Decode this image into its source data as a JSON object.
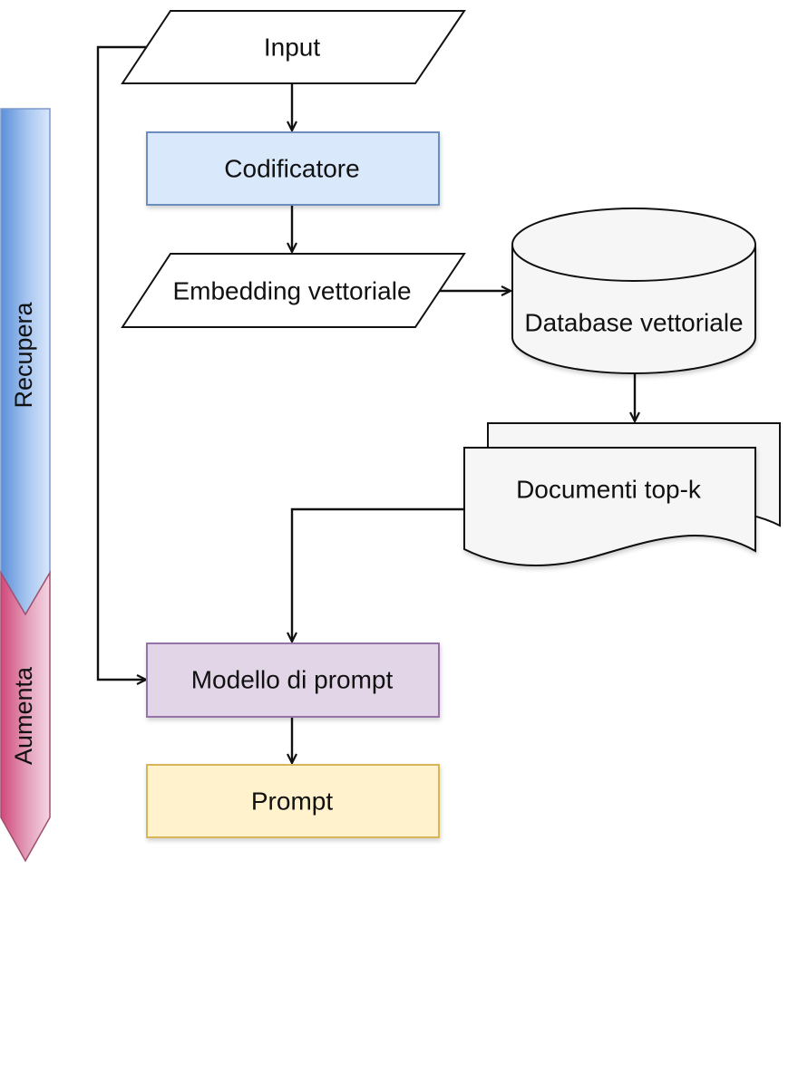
{
  "phases": {
    "retrieve": {
      "label": "Recupera",
      "fill": "#c5d9f5",
      "stroke": "#7b99c9"
    },
    "augment": {
      "label": "Aumenta",
      "fill": "#d97d9e",
      "stroke": "#a0506f"
    }
  },
  "nodes": {
    "input": {
      "label": "Input",
      "shape": "parallelogram"
    },
    "encoder": {
      "label": "Codificatore",
      "shape": "rectangle",
      "fill": "#dae8fc",
      "stroke": "#6c8ebf"
    },
    "embedding": {
      "label": "Embedding vettoriale",
      "shape": "parallelogram"
    },
    "vector_db": {
      "label": "Database vettoriale",
      "shape": "cylinder"
    },
    "top_k_docs": {
      "label": "Documenti top-k",
      "shape": "multi-document"
    },
    "prompt_template": {
      "label": "Modello di prompt",
      "shape": "rectangle",
      "fill": "#e1d5e7",
      "stroke": "#9673a6"
    },
    "prompt": {
      "label": "Prompt",
      "shape": "rectangle",
      "fill": "#fff2cc",
      "stroke": "#d6b656"
    }
  },
  "edges": [
    {
      "from": "input",
      "to": "encoder"
    },
    {
      "from": "encoder",
      "to": "embedding"
    },
    {
      "from": "embedding",
      "to": "vector_db"
    },
    {
      "from": "vector_db",
      "to": "top_k_docs"
    },
    {
      "from": "top_k_docs",
      "to": "prompt_template"
    },
    {
      "from": "input",
      "to": "prompt_template"
    },
    {
      "from": "prompt_template",
      "to": "prompt"
    }
  ]
}
